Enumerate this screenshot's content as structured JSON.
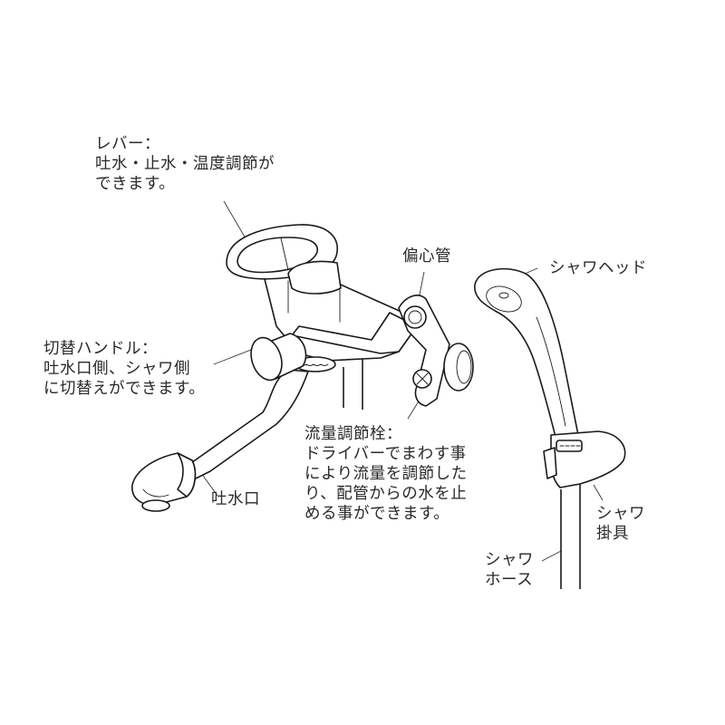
{
  "diagram": {
    "type": "faucet-parts-illustration",
    "labels": {
      "lever": {
        "title": "レバー：",
        "lines": [
          "吐水・止水・温度調節が",
          "できます。"
        ]
      },
      "switch_handle": {
        "title": "切替ハンドル：",
        "lines": [
          "吐水口側、シャワ側",
          "に切替えができます。"
        ]
      },
      "eccentric_pipe": {
        "title": "偏心管"
      },
      "shower_head": {
        "title": "シャワヘッド"
      },
      "spout": {
        "title": "吐水口"
      },
      "flow_valve": {
        "title": "流量調節栓：",
        "lines": [
          "ドライバーでまわす事",
          "により流量を調節した",
          "り、配管からの水を止",
          "める事ができます。"
        ]
      },
      "shower_holder": {
        "lines": [
          "シャワ",
          "掛具"
        ]
      },
      "shower_hose": {
        "lines": [
          "シャワ",
          "ホース"
        ]
      }
    },
    "colors": {
      "line": "#1a1a1a",
      "text": "#2a2a2a",
      "background": "#ffffff"
    }
  }
}
